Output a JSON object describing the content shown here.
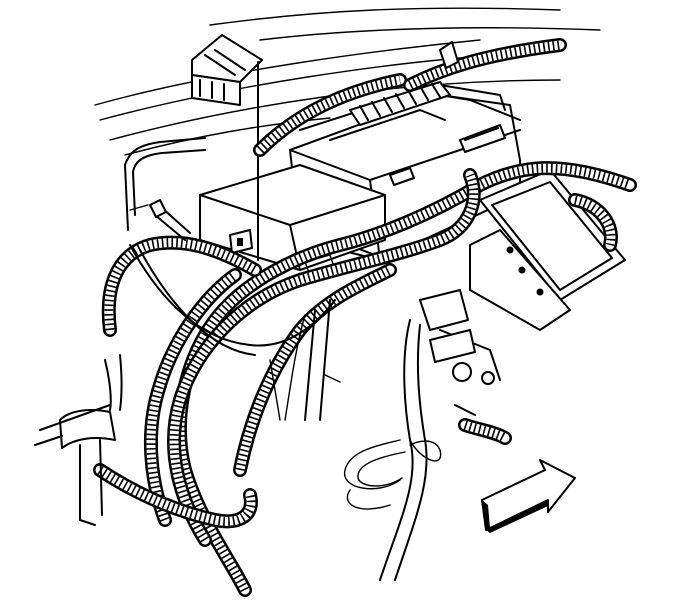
{
  "diagram": {
    "kind": "engine compartment wiring harness line illustration",
    "components": [
      {
        "name": "powertrain-control-module"
      },
      {
        "name": "underhood-fuse-relay-center"
      },
      {
        "name": "bracket-mounted-module"
      },
      {
        "name": "wiring-harness-conduit"
      },
      {
        "name": "direction-arrow"
      }
    ],
    "colors": {
      "line": "#000000",
      "background": "#ffffff"
    }
  }
}
